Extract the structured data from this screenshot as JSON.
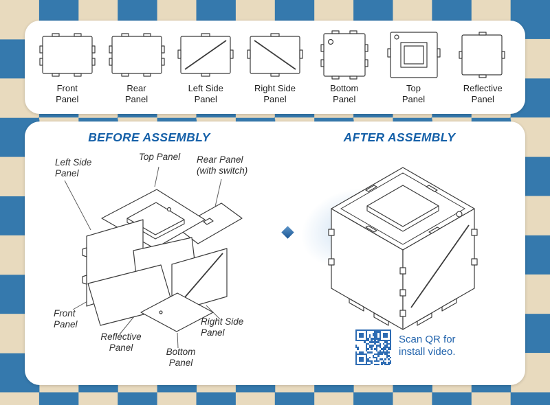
{
  "colors": {
    "checker_blue": "#3579ad",
    "checker_tan": "#e8dabe",
    "heading_blue": "#1560a8",
    "line_dark": "#3c3c3c",
    "label_dark": "#2e2e2e",
    "qr_blue": "#2e6cb3",
    "caption_blue": "#2465ad",
    "diamond_blue": "#2a6aa9"
  },
  "strip": {
    "items": [
      {
        "name": "front-panel",
        "line1": "Front",
        "line2": "Panel"
      },
      {
        "name": "rear-panel",
        "line1": "Rear",
        "line2": "Panel"
      },
      {
        "name": "left-side-panel",
        "line1": "Left Side",
        "line2": "Panel"
      },
      {
        "name": "right-side-panel",
        "line1": "Right Side",
        "line2": "Panel"
      },
      {
        "name": "bottom-panel",
        "line1": "Bottom",
        "line2": "Panel"
      },
      {
        "name": "top-panel",
        "line1": "Top",
        "line2": "Panel"
      },
      {
        "name": "reflective-panel",
        "line1": "Reflective",
        "line2": "Panel"
      }
    ]
  },
  "before": {
    "title": "BEFORE ASSEMBLY",
    "labels": {
      "left_side": [
        "Left Side",
        "Panel"
      ],
      "top": [
        "Top Panel"
      ],
      "rear": [
        "Rear Panel",
        "(with switch)"
      ],
      "front": [
        "Front",
        "Panel"
      ],
      "reflective": [
        "Reflective",
        "Panel"
      ],
      "bottom": [
        "Bottom",
        "Panel"
      ],
      "right_side": [
        "Right Side",
        "Panel"
      ]
    }
  },
  "after": {
    "title": "AFTER ASSEMBLY",
    "qr_caption": [
      "Scan QR for",
      "install video."
    ]
  }
}
